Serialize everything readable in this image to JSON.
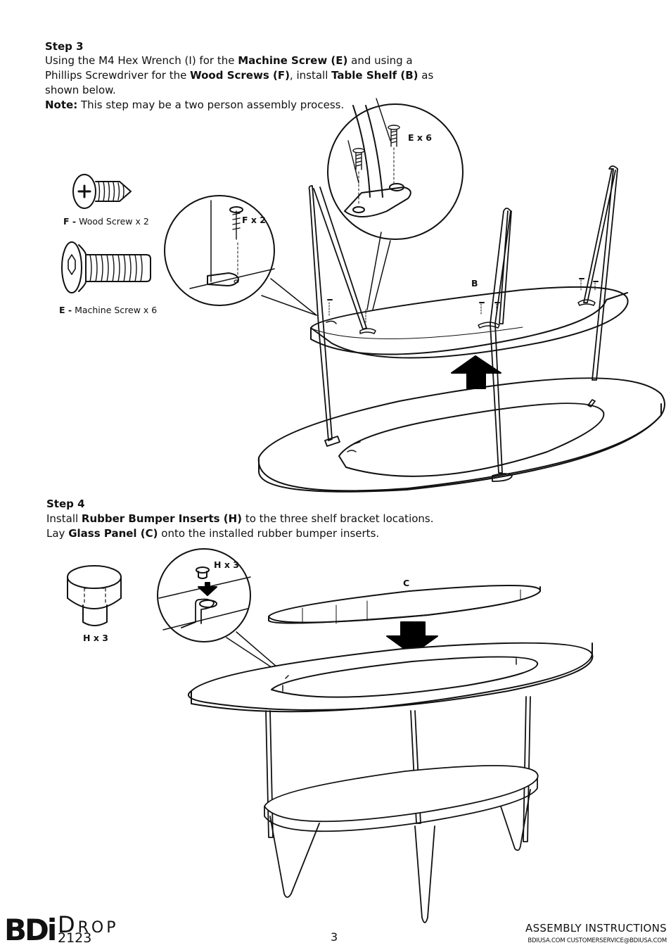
{
  "step3": {
    "title": "Step 3",
    "l1a": "Using the M4 Hex Wrench (I) for the ",
    "l1b": "Machine Screw (E)",
    "l1c": " and using a",
    "l2a": "Phillips Screwdriver for the ",
    "l2b": "Wood Screws (F)",
    "l2c": ", install ",
    "l2d": "Table Shelf (B)",
    "l2e": " as",
    "l3": "shown below.",
    "note_label": "Note:",
    "note_text": " This step may be a two person assembly process."
  },
  "parts": {
    "f_key": "F -",
    "f_text": " Wood Screw x 2",
    "e_key": "E -",
    "e_text": " Machine Screw x 6"
  },
  "callouts": {
    "e_count": "E x 6",
    "f_count": "F x 2",
    "shelf": "B",
    "h_count": "H x 3",
    "h_part": "H x 3",
    "glass": "C"
  },
  "step4": {
    "title": "Step 4",
    "l1a": "Install ",
    "l1b": "Rubber Bumper Inserts (H)",
    "l1c": " to the three shelf bracket locations.",
    "l2a": "Lay ",
    "l2b": "Glass Panel (C)",
    "l2c": " onto the installed rubber bumper inserts."
  },
  "footer": {
    "logo": "BDi",
    "product": "Drop",
    "model": "2123",
    "page": "3",
    "title": "ASSEMBLY INSTRUCTIONS",
    "links": "BDIUSA.COM  CUSTOMERSERVICE@BDIUSA.COM"
  }
}
